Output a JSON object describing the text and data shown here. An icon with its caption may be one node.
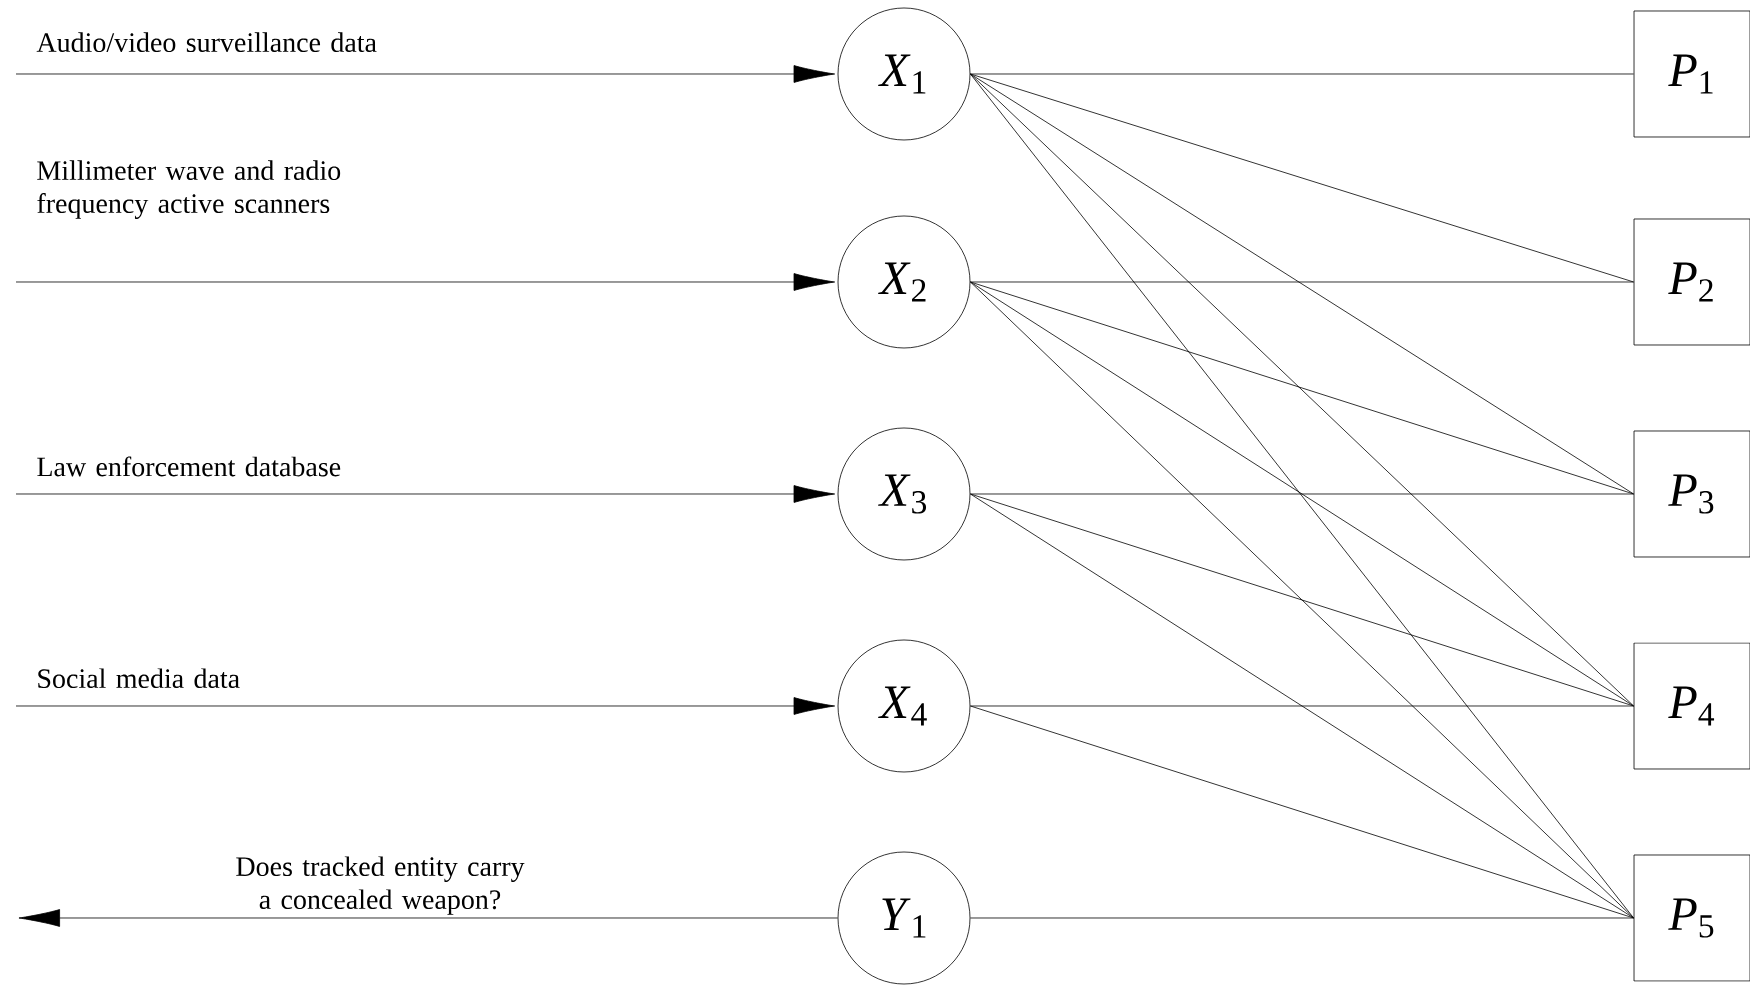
{
  "diagram": {
    "nodes": [
      {
        "text": [
          "*X*$_{1}$"
        ]
      },
      {
        "text": [
          "*X*$_{2}$"
        ]
      },
      {
        "text": [
          "*X*$_{3}$"
        ]
      },
      {
        "text": [
          "*X*$_{4}$"
        ]
      },
      {
        "text": [
          "*Y*$_{1}$"
        ]
      },
      {
        "text": [
          "*P*$_{1}$"
        ]
      },
      {
        "text": [
          "*P*$_{2}$"
        ]
      },
      {
        "text": [
          "*P*$_{3}$"
        ]
      },
      {
        "text": [
          "*P*$_{4}$"
        ]
      },
      {
        "text": [
          "*P*$_{5}$"
        ]
      }
    ],
    "edges": [
      {
        "from": null,
        "to": 0,
        "arrow": "to",
        "label": "Audio/video surveillance data"
      },
      {
        "from": null,
        "to": 1,
        "arrow": "to",
        "label": "Millimeter wave and radio frequency active scanners"
      },
      {
        "from": null,
        "to": 2,
        "arrow": "to",
        "label": "Law enforcement database"
      },
      {
        "from": null,
        "to": 3,
        "arrow": "to",
        "label": "Social media data"
      },
      {
        "from": 4,
        "to": null,
        "arrow": "to",
        "label": "Does tracked entity carry a concealed weapon?"
      },
      {
        "from": 0,
        "to": 5,
        "arrow": "none"
      },
      {
        "from": 0,
        "to": 6,
        "arrow": "none"
      },
      {
        "from": 0,
        "to": 7,
        "arrow": "none"
      },
      {
        "from": 0,
        "to": 8,
        "arrow": "none"
      },
      {
        "from": 0,
        "to": 9,
        "arrow": "none"
      },
      {
        "from": 1,
        "to": 6,
        "arrow": "none"
      },
      {
        "from": 1,
        "to": 7,
        "arrow": "none"
      },
      {
        "from": 1,
        "to": 8,
        "arrow": "none"
      },
      {
        "from": 1,
        "to": 9,
        "arrow": "none"
      },
      {
        "from": 2,
        "to": 7,
        "arrow": "none"
      },
      {
        "from": 2,
        "to": 8,
        "arrow": "none"
      },
      {
        "from": 2,
        "to": 9,
        "arrow": "none"
      },
      {
        "from": 3,
        "to": 8,
        "arrow": "none"
      },
      {
        "from": 3,
        "to": 9,
        "arrow": "none"
      },
      {
        "from": 4,
        "to": 9,
        "arrow": "none"
      }
    ]
  }
}
